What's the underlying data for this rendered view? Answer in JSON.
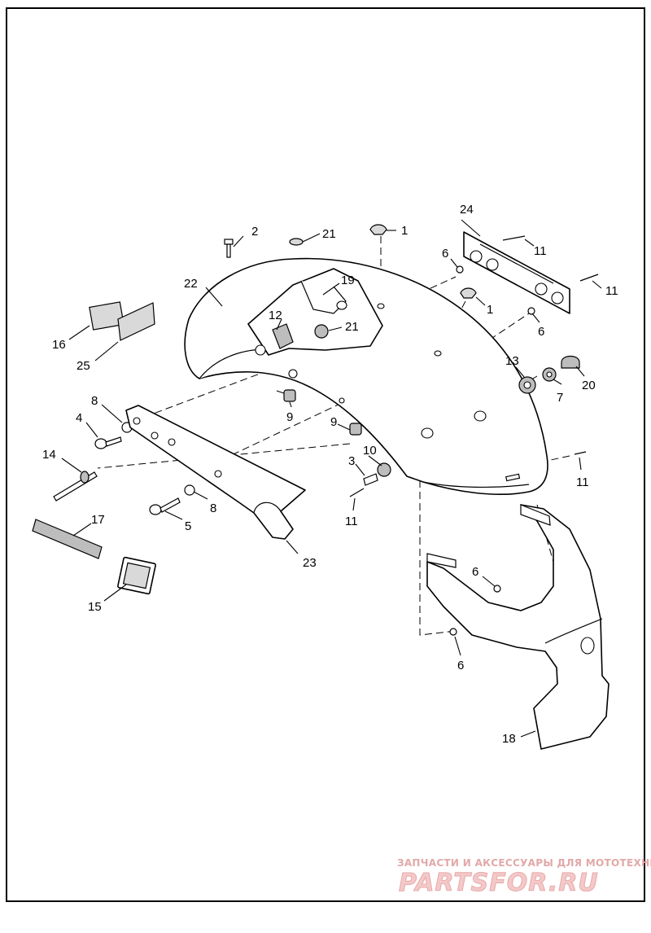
{
  "callouts": {
    "c1a": "1",
    "c1b": "1",
    "c2": "2",
    "c3": "3",
    "c4": "4",
    "c5": "5",
    "c6a": "6",
    "c6b": "6",
    "c6c": "6",
    "c6d": "6",
    "c7": "7",
    "c8a": "8",
    "c8b": "8",
    "c9a": "9",
    "c9b": "9",
    "c10": "10",
    "c11a": "11",
    "c11b": "11",
    "c11c": "11",
    "c11d": "11",
    "c12": "12",
    "c13": "13",
    "c14": "14",
    "c15": "15",
    "c16": "16",
    "c17": "17",
    "c18": "18",
    "c19": "19",
    "c20": "20",
    "c21a": "21",
    "c21b": "21",
    "c22": "22",
    "c23": "23",
    "c24": "24",
    "c25": "25"
  },
  "watermark": {
    "tagline": "ЗАПЧАСТИ И АКСЕССУАРЫ ДЛЯ МОТОТЕХНИКИ",
    "logo": "PARTSFOR.RU"
  }
}
